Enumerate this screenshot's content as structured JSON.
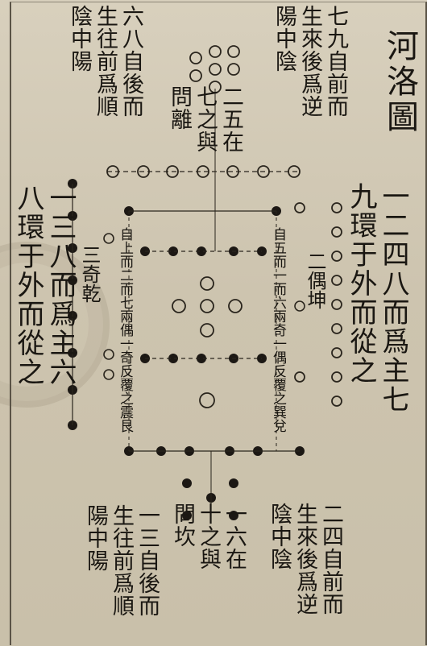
{
  "title": "河洛圖",
  "right_caption": "一二四八而爲主七\n九環于外而從之",
  "left_caption": "一三八而爲主六\n八環于外而從之",
  "top_right_note": "七九自前而\n生來後爲逆\n陽中陰",
  "top_left_note": "六八自後而\n生往前爲順\n陰中陽",
  "top_center_note": "二五在\n七之與\n問離",
  "bottom_right_note": "二四自前而\n生來後爲逆\n陰中陰",
  "bottom_left_note": "一三自後而\n生往前爲順\n陽中陽",
  "bottom_center_note": "一六在\n十之與\n問坎",
  "diagram_right_label": "二偶坤",
  "diagram_left_label": "三奇乾",
  "inner_left_text": "自上而二而七兩偶一奇反覆之震艮",
  "inner_right_text": "自五而一而六兩奇一偶反覆之巽兌",
  "colors": {
    "paper": "#cfc6b3",
    "ink": "#1a1712"
  }
}
